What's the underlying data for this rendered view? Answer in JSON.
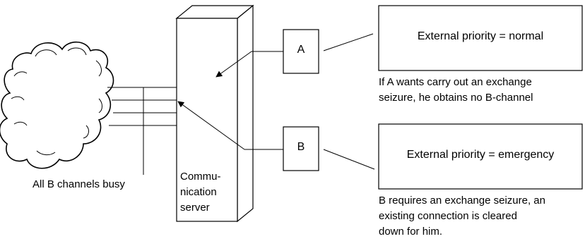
{
  "server": {
    "label_lines": [
      "Commu-",
      "nication",
      "server"
    ]
  },
  "phones": {
    "a": "A",
    "b": "B"
  },
  "boxes": {
    "top": "External priority = normal",
    "bottom": "External priority = emergency"
  },
  "notes": {
    "a_lines": [
      "If A wants carry out an exchange",
      "seizure, he obtains no B-channel"
    ],
    "b_lines": [
      "B requires an exchange seizure, an",
      "existing connection is cleared",
      "down for him."
    ]
  },
  "cloud_caption": "All B channels busy",
  "colors": {
    "stroke": "#000000",
    "background": "#ffffff"
  }
}
